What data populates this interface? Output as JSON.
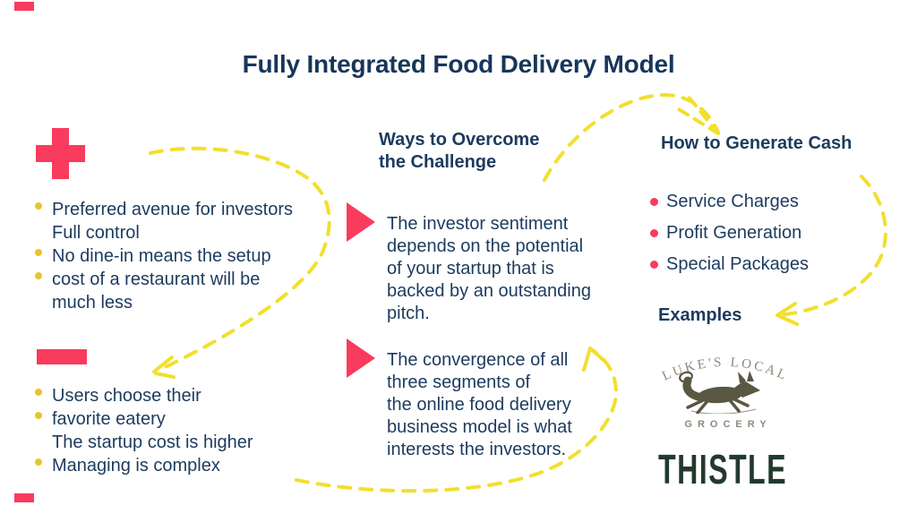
{
  "slide": {
    "title": "Fully Integrated Food Delivery Model"
  },
  "advantages": {
    "icon": "plus-icon",
    "items": [
      {
        "bullet": true,
        "text": "Preferred avenue for investors"
      },
      {
        "bullet": false,
        "text": "Full control"
      },
      {
        "bullet": true,
        "text": "No dine-in means the setup"
      },
      {
        "bullet": true,
        "text": "cost of a restaurant will be"
      },
      {
        "bullet": false,
        "text": "much less"
      }
    ]
  },
  "disadvantages": {
    "icon": "minus-icon",
    "items": [
      {
        "bullet": true,
        "text": "Users choose their"
      },
      {
        "bullet": true,
        "text": "favorite eatery"
      },
      {
        "bullet": false,
        "text": "The startup cost is higher"
      },
      {
        "bullet": true,
        "text": "Managing is complex"
      }
    ]
  },
  "overcome": {
    "heading_lines": [
      "Ways to Overcome",
      "the Challenge"
    ],
    "items": [
      {
        "icon": "triangle-right-icon",
        "lines": [
          "The investor sentiment",
          "depends on the potential",
          "of your startup that is",
          "backed by an outstanding",
          "pitch."
        ]
      },
      {
        "icon": "triangle-right-icon",
        "lines": [
          "The convergence of all",
          "three segments of",
          "the online food delivery",
          "business model is what",
          "interests the investors."
        ]
      }
    ]
  },
  "generate_cash": {
    "heading": "How to Generate Cash",
    "items": [
      "Service Charges",
      "Profit Generation",
      "Special Packages"
    ]
  },
  "examples": {
    "heading": "Examples",
    "logos": [
      {
        "name": "lukes-local-grocery",
        "arc_text": "LUKE'S LOCAL",
        "sub_text": "GROCERY",
        "icon": "fox-illustration"
      },
      {
        "name": "thistle",
        "text": "THISTLE"
      }
    ]
  },
  "colors": {
    "background": "#ffffff",
    "navy_text": "#1c3b5e",
    "pink_accent": "#f93b5d",
    "yellow_arrow": "#f2df2e",
    "yellow_bullet": "#e8c52d",
    "logo_gray": "#8e897c",
    "fox_olive": "#5a5743",
    "thistle_green": "#223a2e"
  }
}
